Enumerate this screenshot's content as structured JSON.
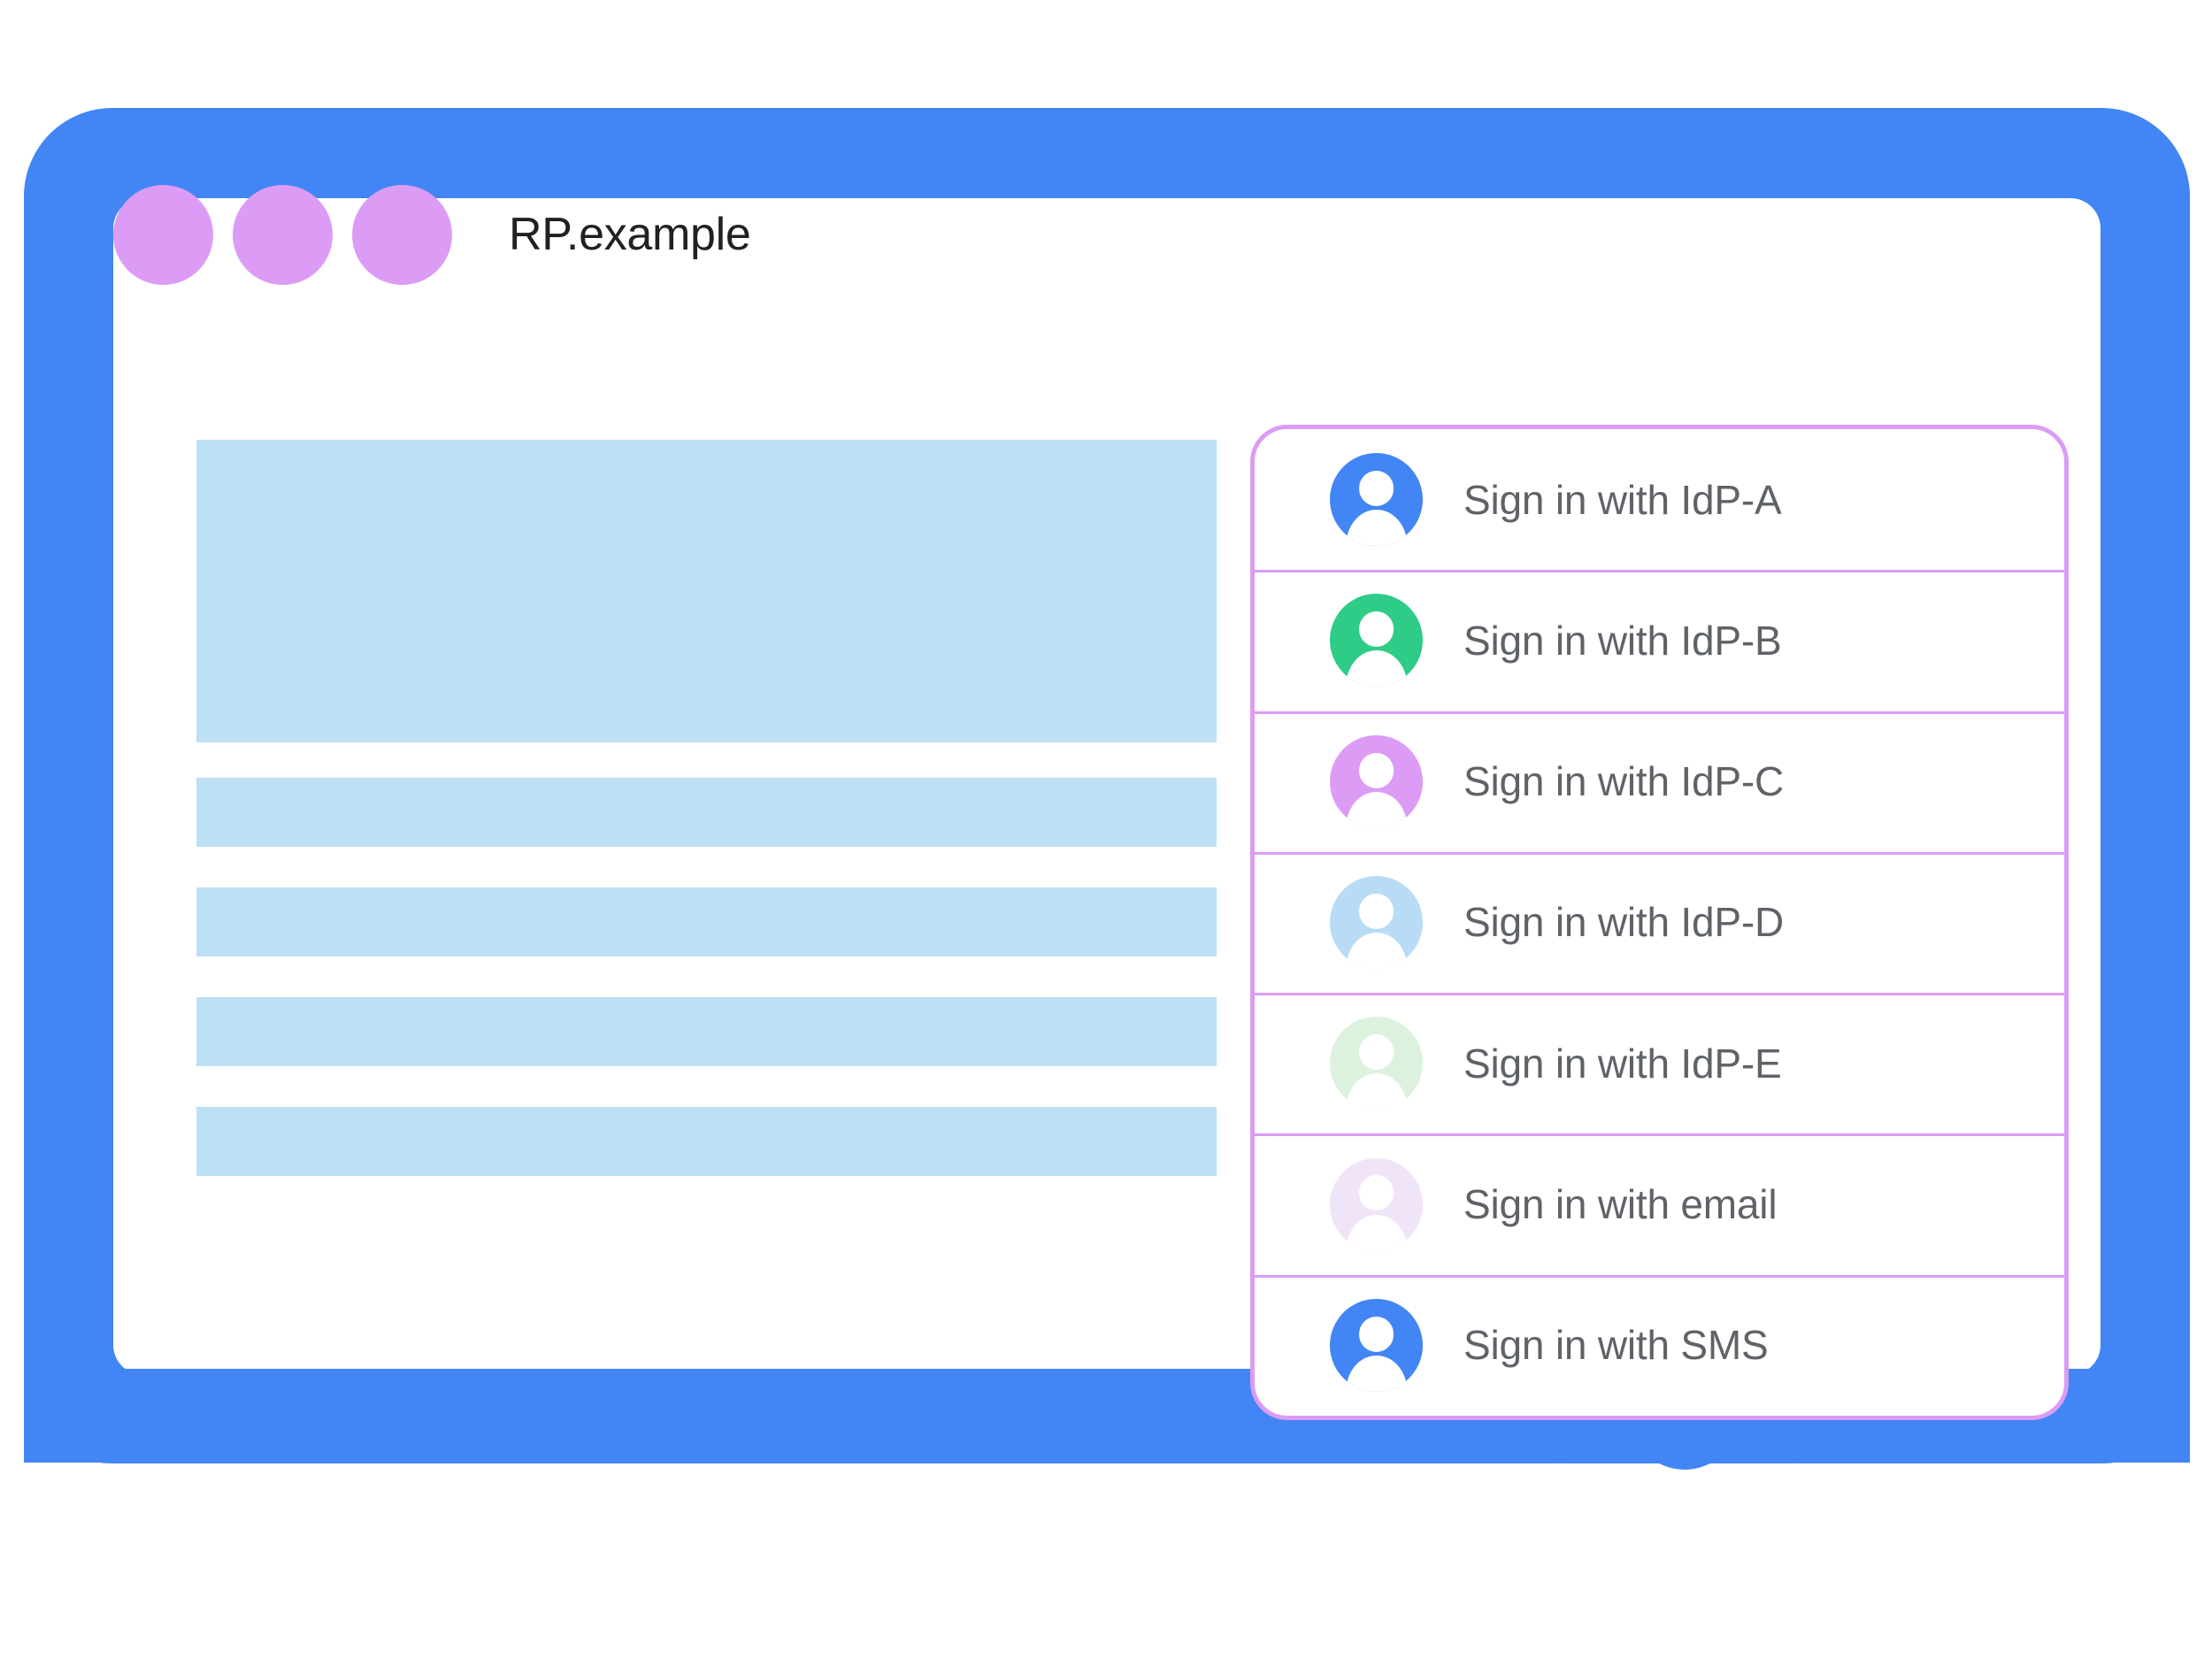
{
  "window": {
    "title": "RP.example",
    "controls": [
      {
        "name": "window-dot-1",
        "color": "#dc9cf5"
      },
      {
        "name": "window-dot-2",
        "color": "#dc9cf5"
      },
      {
        "name": "window-dot-3",
        "color": "#dc9cf5"
      }
    ]
  },
  "theme": {
    "frame_blue": "#4285f4",
    "panel_border_purple": "#dc9cf5",
    "placeholder_blue": "#bee0f4",
    "label_gray": "#5f6368",
    "title_black": "#202124"
  },
  "content": {
    "placeholder_blocks": [
      {
        "name": "hero-placeholder",
        "kind": "hero"
      },
      {
        "name": "text-placeholder-1",
        "kind": "bar"
      },
      {
        "name": "text-placeholder-2",
        "kind": "bar"
      },
      {
        "name": "text-placeholder-3",
        "kind": "bar"
      },
      {
        "name": "text-placeholder-4",
        "kind": "bar"
      }
    ]
  },
  "signin_panel": {
    "name": "account-chooser",
    "border_color": "#dc9cf5",
    "options": [
      {
        "label": "Sign in with IdP-A",
        "icon": "avatar-icon",
        "avatar_color": "#4285f4"
      },
      {
        "label": "Sign in with IdP-B",
        "icon": "avatar-icon",
        "avatar_color": "#2ecc87"
      },
      {
        "label": "Sign in with IdP-C",
        "icon": "avatar-icon",
        "avatar_color": "#dc9cf5"
      },
      {
        "label": "Sign in with IdP-D",
        "icon": "avatar-icon",
        "avatar_color": "#b8dcf5"
      },
      {
        "label": "Sign in with IdP-E",
        "icon": "avatar-icon",
        "avatar_color": "#dcf2df"
      },
      {
        "label": "Sign in with email",
        "icon": "avatar-icon",
        "avatar_color": "#f0e4f9"
      },
      {
        "label": "Sign in with SMS",
        "icon": "avatar-icon",
        "avatar_color": "#4285f4"
      }
    ]
  },
  "device": {
    "home_button": "home-button"
  }
}
